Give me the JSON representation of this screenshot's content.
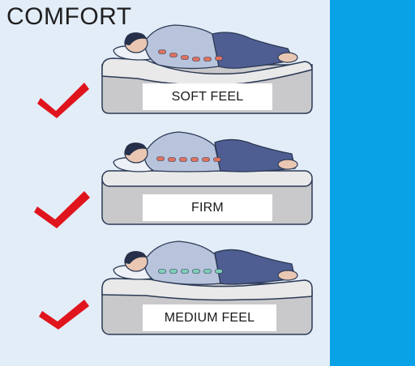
{
  "title": "COMFORT",
  "panels": [
    {
      "label": "SOFT FEEL",
      "spine_color": "#e0725e",
      "checked": true
    },
    {
      "label": "FIRM",
      "spine_color": "#e0725e",
      "checked": true
    },
    {
      "label": "MEDIUM FEEL",
      "spine_color": "#7fcfb8",
      "checked": true
    }
  ],
  "colors": {
    "page_background": "#e3edf8",
    "side_band": "#0aa2e6",
    "check_mark": "#e0141c",
    "mattress_body": "#c9c9cb",
    "mattress_top": "#e9e9ea",
    "outline": "#2b3a55",
    "sleeper_shirt": "#b8c4dc",
    "sleeper_pants": "#4f5e92",
    "skin": "#e9c7b3",
    "hair": "#26304a"
  }
}
